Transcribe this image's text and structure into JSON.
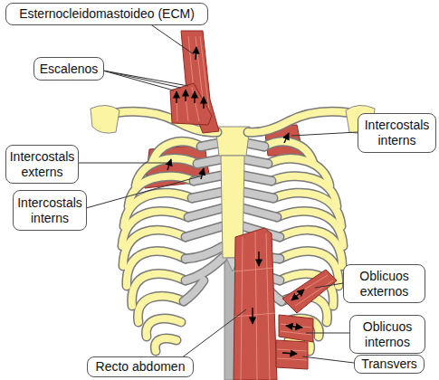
{
  "diagram": {
    "nodes": [
      {
        "text": [
          "Esternocleidomastoideo (ECM)"
        ]
      },
      {
        "text": [
          "Escalenos"
        ]
      },
      {
        "text": [
          "Intercostals interns"
        ]
      },
      {
        "text": [
          "Intercostals externs"
        ]
      },
      {
        "text": [
          "Intercostals interns"
        ]
      },
      {
        "text": [
          "Oblicuos externos"
        ]
      },
      {
        "text": [
          "Oblicuos internos"
        ]
      },
      {
        "text": [
          "Recto abdomen"
        ]
      },
      {
        "text": [
          "Transvers"
        ]
      }
    ]
  }
}
